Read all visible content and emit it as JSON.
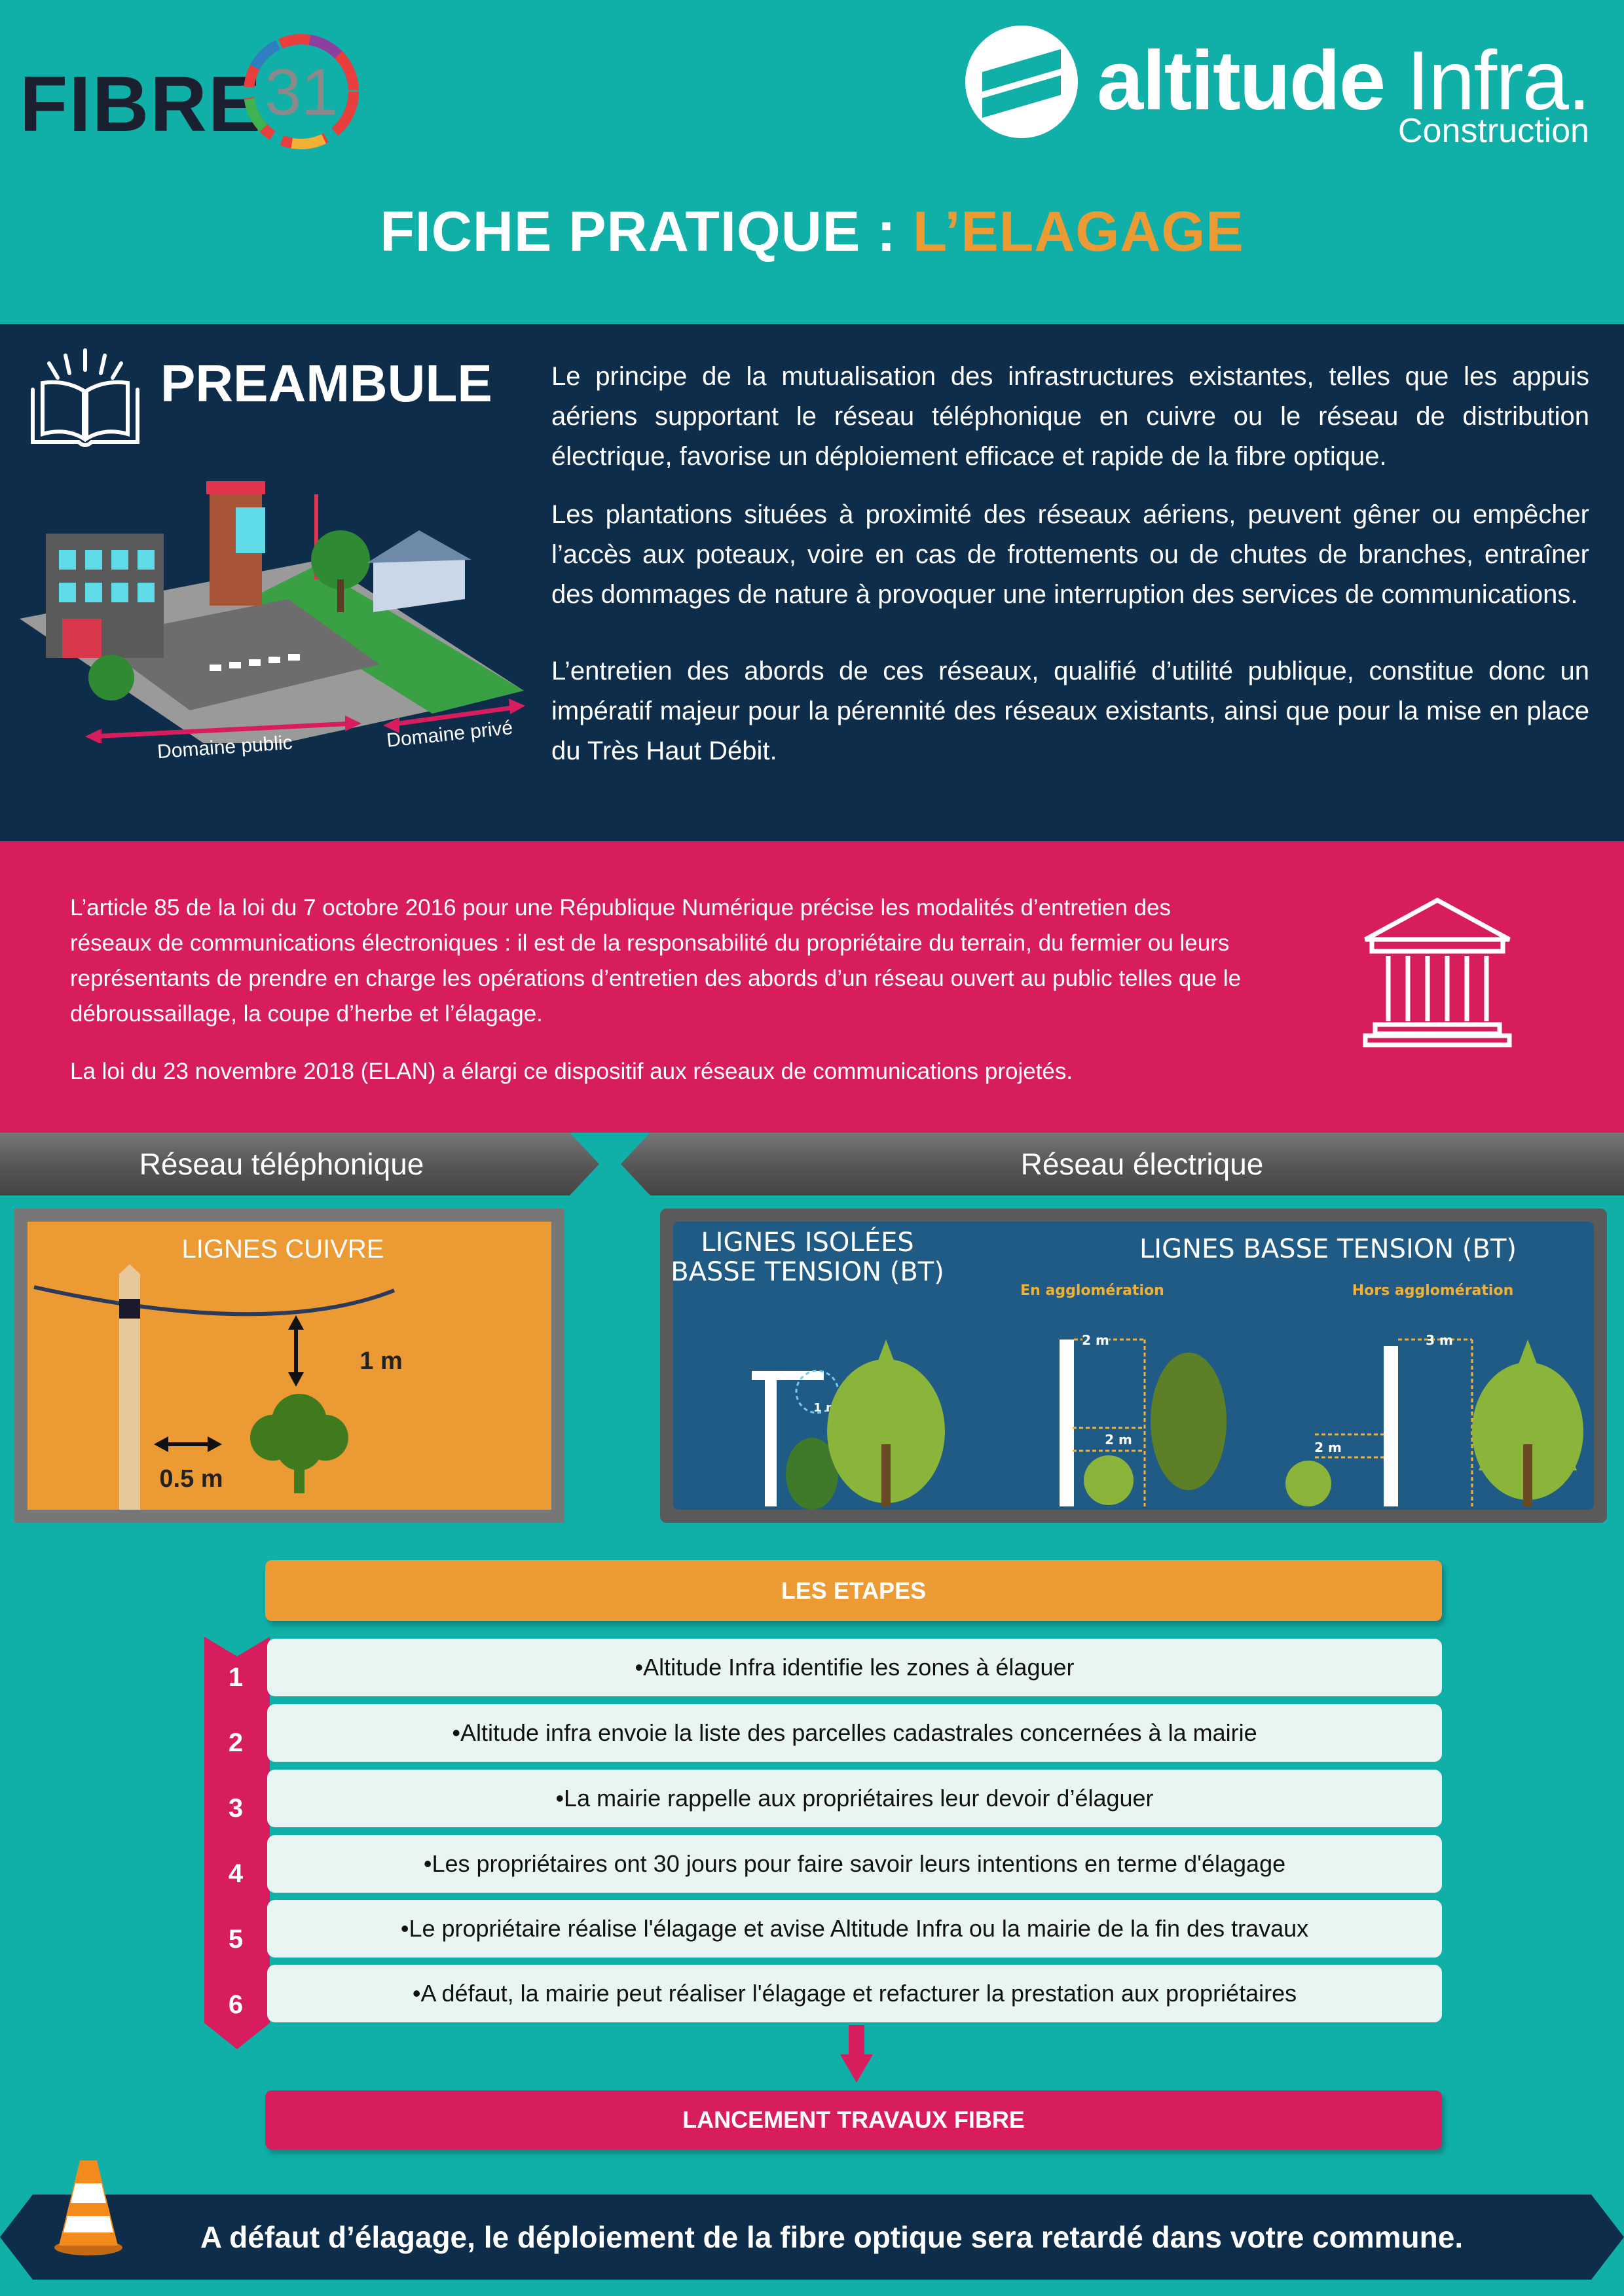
{
  "header": {
    "fibre_logo_word": "FIBRE",
    "fibre_logo_number": "31",
    "altitude_logo_word": "altitude",
    "altitude_logo_infra": "Infra.",
    "altitude_logo_sub": "Construction",
    "title_main": "FICHE PRATIQUE : ",
    "title_accent": "L’ELAGAGE"
  },
  "preambule": {
    "heading": "PREAMBULE",
    "paragraphs": [
      "Le principe de la mutualisation des infrastructures existantes, telles que les appuis aériens supportant le réseau téléphonique en cuivre ou le réseau de distribution électrique, favorise un déploiement efficace et rapide de la fibre optique.",
      "Les plantations situées à proximité des réseaux aériens, peuvent gêner ou empêcher l’accès aux poteaux, voire en cas de frottements ou de chutes de branches, entraîner des dommages de nature à provoquer une interruption des services de communications.",
      "L’entretien des abords de ces réseaux, qualifié d’utilité publique, constitue donc un impératif majeur pour la pérennité des réseaux existants, ainsi que pour la mise en place du Très Haut Débit."
    ],
    "label_public": "Domaine public",
    "label_prive": "Domaine privé"
  },
  "law": {
    "paragraphs": [
      "L’article 85 de la loi du 7 octobre 2016 pour une République Numérique précise les modalités d’entretien des réseaux de communications électroniques : il est de la responsabilité du propriétaire du terrain, du fermier ou leurs représentants de prendre en charge les opérations d’entretien des abords d’un réseau ouvert au public telles que le débroussaillage, la coupe d’herbe et l’élagage.",
      "La loi du 23 novembre 2018 (ELAN) a élargi ce dispositif aux réseaux de communications projetés."
    ]
  },
  "networks": {
    "telephone_title": "Réseau téléphonique",
    "electric_title": "Réseau électrique",
    "cuivre": {
      "title": "LIGNES CUIVRE",
      "vertical": "1 m",
      "horizontal": "0.5 m"
    },
    "electric": {
      "isolated_title_1": "LIGNES ISOLÉES",
      "isolated_title_2": "BASSE TENSION (BT)",
      "bt_title": "LIGNES BASSE TENSION (BT)",
      "in_town": "En agglomération",
      "out_town": "Hors agglomération",
      "dist_isolated": "1 m",
      "dist_town_top": "2 m",
      "dist_town_side": "2 m",
      "dist_out_top": "3 m",
      "dist_out_side": "2 m"
    }
  },
  "steps": {
    "header": "LES ETAPES",
    "items": [
      {
        "num": "1",
        "text": "•Altitude Infra identifie les zones à élaguer"
      },
      {
        "num": "2",
        "text": "•Altitude infra envoie la liste des parcelles cadastrales concernées à la mairie"
      },
      {
        "num": "3",
        "text": "•La mairie rappelle aux propriétaires leur devoir d’élaguer"
      },
      {
        "num": "4",
        "text": "•Les propriétaires ont 30 jours pour faire savoir leurs intentions en terme d'élagage"
      },
      {
        "num": "5",
        "text": "•Le propriétaire réalise l'élagage et avise Altitude Infra ou la mairie de la fin des travaux"
      },
      {
        "num": "6",
        "text": "•A défaut, la mairie peut réaliser l'élagage et refacturer la prestation aux propriétaires"
      }
    ],
    "launch": "LANCEMENT TRAVAUX FIBRE"
  },
  "footer": {
    "text": "A défaut d’élagage, le déploiement de la fibre optique sera retardé dans votre commune."
  },
  "colors": {
    "teal": "#10afa8",
    "navy": "#0e2d4a",
    "pink": "#d81d5e",
    "orange": "#ec9a33"
  }
}
